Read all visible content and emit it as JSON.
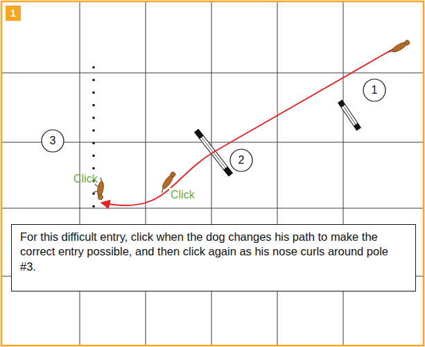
{
  "diagram": {
    "nodes": [
      {
        "text": [
          "1"
        ]
      },
      {
        "text": [
          "1"
        ]
      },
      {
        "text": [
          "3"
        ]
      },
      {
        "text": [
          "2"
        ]
      },
      {
        "text": [
          "For this difficult entry, click when the dog changes his path to make the correct entry possible, and then click again as his nose curls around pole #3."
        ]
      }
    ],
    "labels": [
      "Click",
      "Click"
    ]
  }
}
